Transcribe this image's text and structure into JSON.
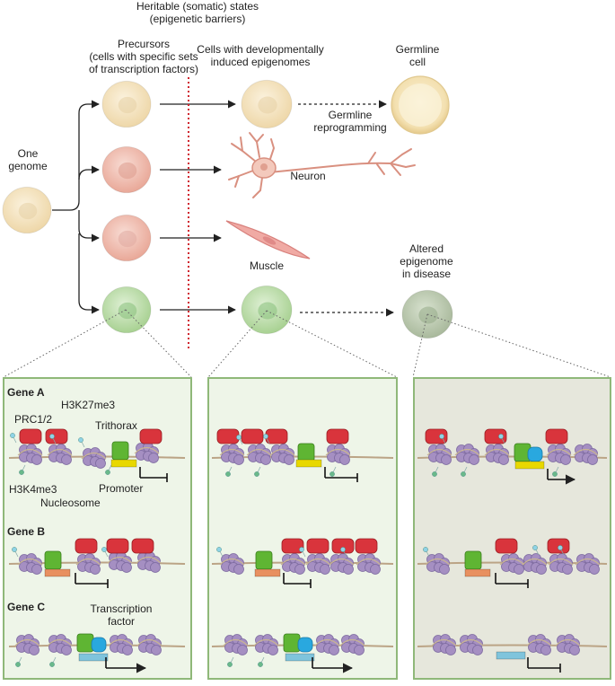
{
  "header": {
    "barrier_line1": "Heritable (somatic) states",
    "barrier_line2": "(epigenetic barriers)",
    "precursors_l1": "Precursors",
    "precursors_l2": "(cells with specific sets",
    "precursors_l3": "of transcription factors)",
    "induced_l1": "Cells with developmentally",
    "induced_l2": "induced epigenomes",
    "germline_l1": "Germline",
    "germline_l2": "cell"
  },
  "labels": {
    "one_genome_l1": "One",
    "one_genome_l2": "genome",
    "reprog_l1": "Germline",
    "reprog_l2": "reprogramming",
    "neuron": "Neuron",
    "muscle": "Muscle",
    "altered_l1": "Altered",
    "altered_l2": "epigenome",
    "altered_l3": "in disease"
  },
  "panel_labels": {
    "gene_a": "Gene A",
    "gene_b": "Gene B",
    "gene_c": "Gene C",
    "prc": "PRC1/2",
    "h3k27": "H3K27me3",
    "trithorax": "Trithorax",
    "h3k4": "H3K4me3",
    "nucleosome": "Nucleosome",
    "promoter": "Promoter",
    "tf_l1": "Transcription",
    "tf_l2": "factor"
  },
  "colors": {
    "cell_yellow": "#f4e2bf",
    "cell_pink": "#f0bcb0",
    "cell_green": "#b9dca7",
    "panel_green_border": "#8fb879",
    "panel_green_fill": "#eef5e8",
    "panel_grey_fill": "#e6e7dc",
    "barrier_red": "#d0262f",
    "prc_red": "#d9343c",
    "trithorax_green": "#5fb533",
    "tf_blue": "#29a8df",
    "promoter_yellow": "#e8d800",
    "promoter_orange": "#e89060",
    "promoter_cyan": "#7fc4dc",
    "nucleosome_purple": "#a58fc2"
  }
}
